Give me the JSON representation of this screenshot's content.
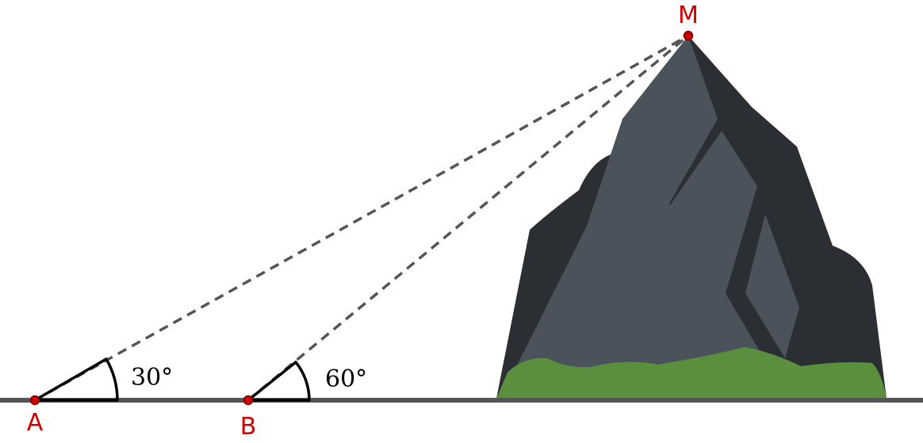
{
  "points": {
    "A": {
      "label": "A"
    },
    "B": {
      "label": "B"
    },
    "M": {
      "label": "M"
    }
  },
  "angles": {
    "at_A": {
      "label": "30°"
    },
    "at_B": {
      "label": "60°"
    }
  },
  "colors": {
    "point": "#cc0000",
    "ground": "#555555",
    "sight_line": "#555555",
    "mountain_dark": "#2b2f34",
    "mountain_light": "#4a525c",
    "grass": "#5a8f3e"
  }
}
